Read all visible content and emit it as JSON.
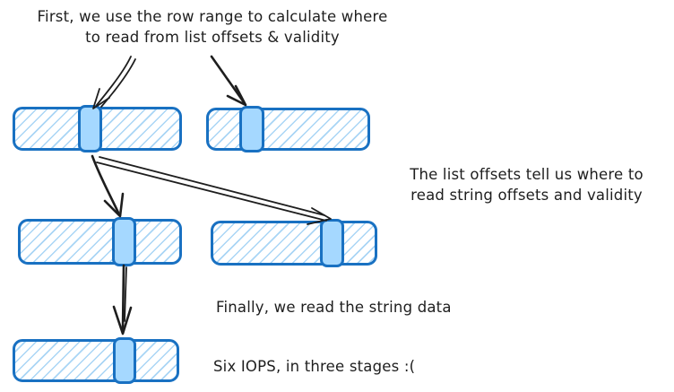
{
  "colors": {
    "stroke-blue": "#1971c2",
    "fill-blue": "#a5d8ff",
    "hatch-blue": "#a9d5f5",
    "ink": "#1e1e1e",
    "canvas": "#ffffff"
  },
  "annotations": {
    "step1": "First, we use the row range to calculate where\nto read from list offsets & validity",
    "step2": "The list offsets tell us where to\nread string offsets and validity",
    "step3": "Finally, we read the string data",
    "step4": "Six IOPS, in three stages :("
  }
}
